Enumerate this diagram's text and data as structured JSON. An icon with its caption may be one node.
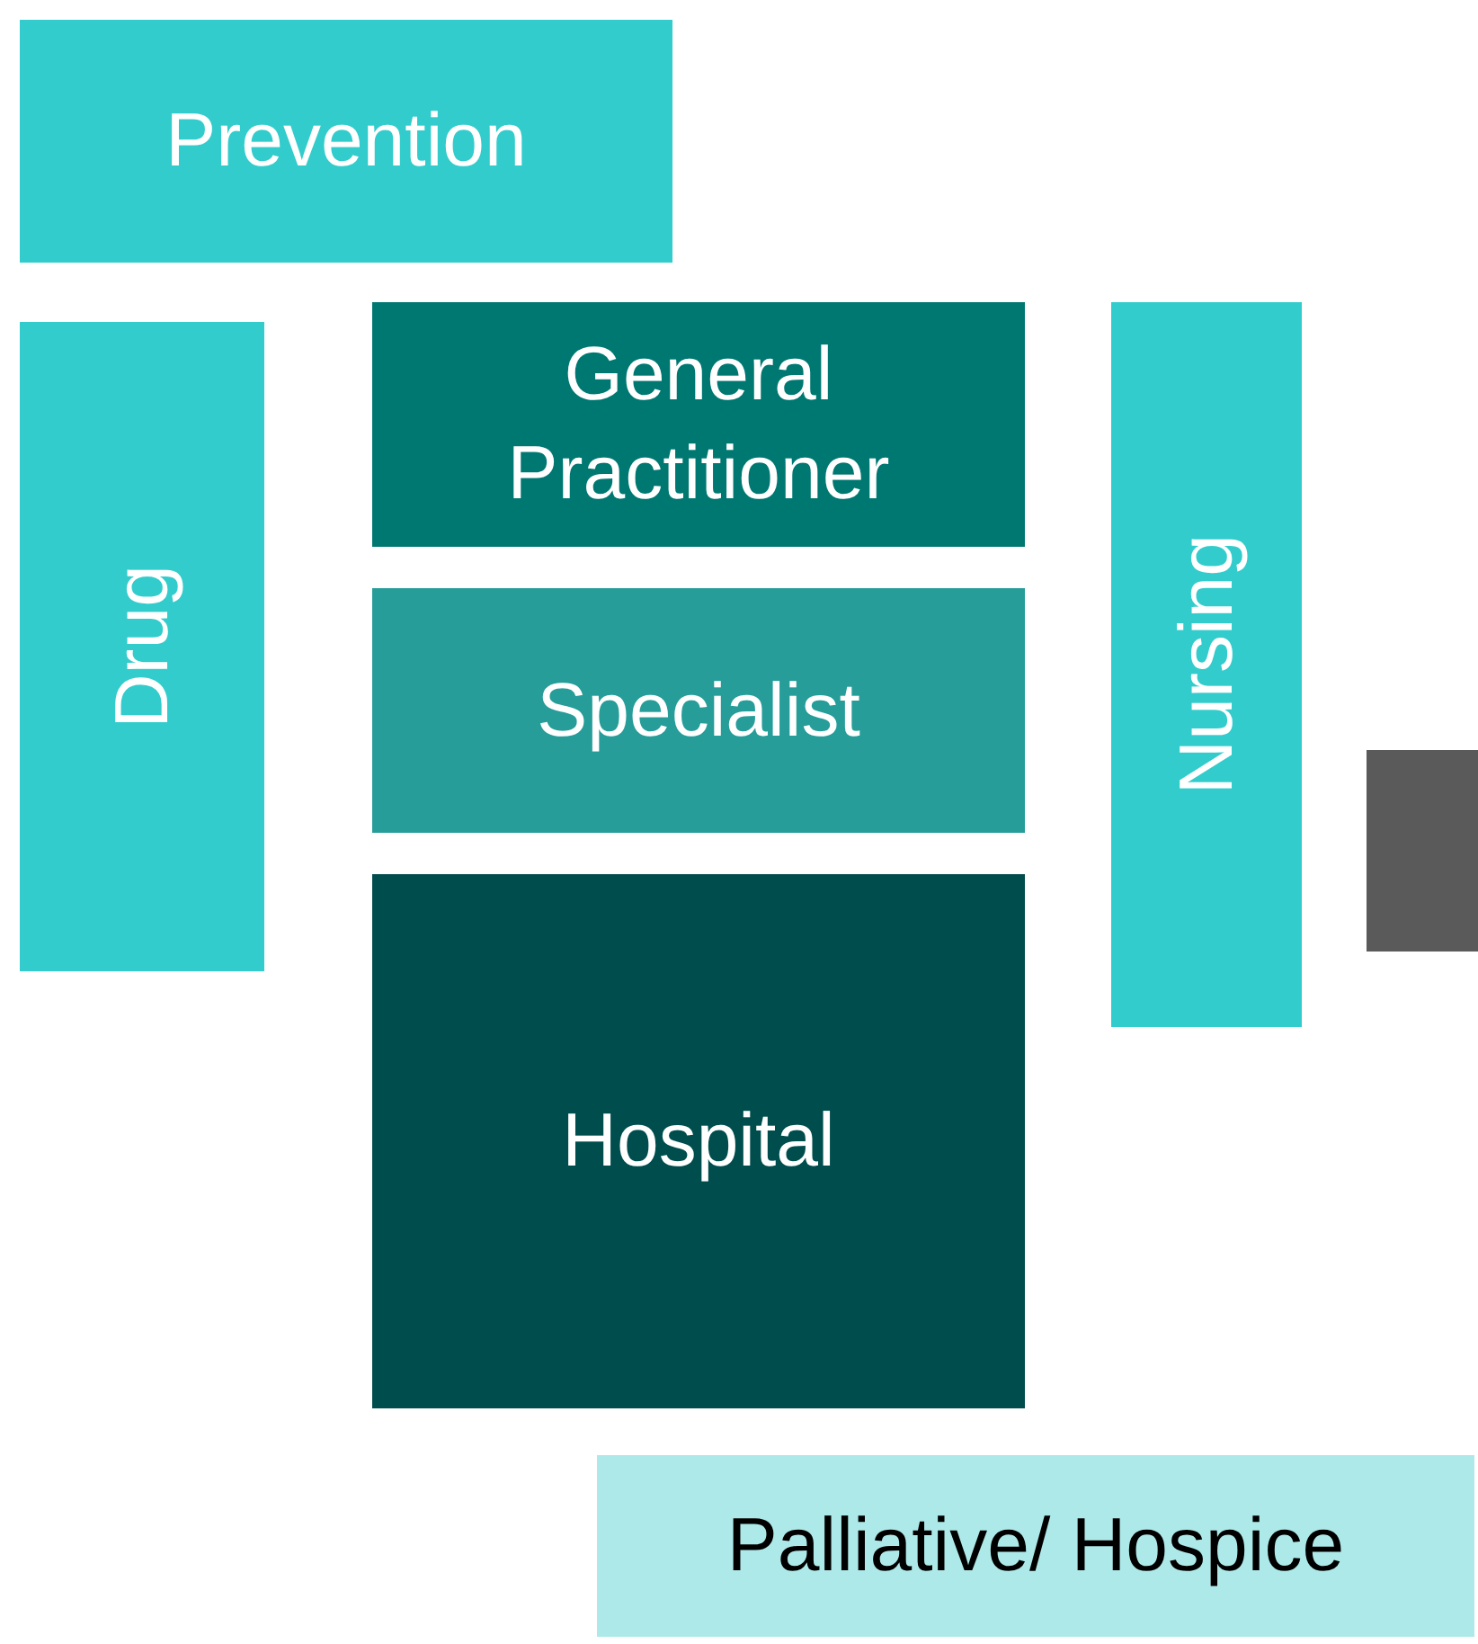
{
  "diagram": {
    "nodes": [
      {
        "text": [
          "Prevention"
        ]
      },
      {
        "text": [
          "Drug"
        ]
      },
      {
        "text": [
          "General Practitioner"
        ]
      },
      {
        "text": [
          "Specialist"
        ]
      },
      {
        "text": [
          "Nursing"
        ]
      },
      {
        "text": [],
        "shape": "box"
      },
      {
        "text": [
          "Hospital"
        ]
      },
      {
        "text": [
          "Palliative/ Hospice"
        ]
      }
    ]
  }
}
